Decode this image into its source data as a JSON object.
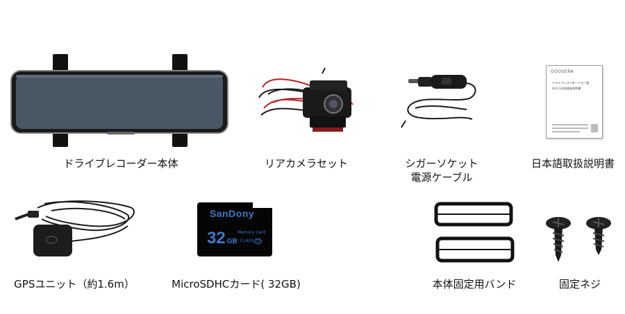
{
  "items": [
    {
      "label": "ドライブレコーダー本体"
    },
    {
      "label": "リアカメラセット"
    },
    {
      "label": "シガーソケット",
      "label2": "電源ケーブル"
    },
    {
      "label": "日本語取扱説明書"
    },
    {
      "label": "GPSユニット（約1.6m）"
    },
    {
      "label": "MicroSDHCカード( 32GB)"
    },
    {
      "label": "本体固定用バンド"
    },
    {
      "label": "固定ネジ"
    }
  ],
  "manual": {
    "brand": "GOOSERA",
    "title": "ドライブレコーダー ミラー型",
    "subtitle": "G03 日本語取扱説明書"
  },
  "sdcard": {
    "brand": "SanDony",
    "capacity": "32",
    "unit": "GB",
    "type": "Memory Card",
    "class": "CLASS",
    "class_num": "10"
  },
  "colors": {
    "mirror_glass": "#4a5866",
    "device_black": "#141414",
    "cable_red": "#b0242a",
    "sd_text": "#3d78c8"
  }
}
